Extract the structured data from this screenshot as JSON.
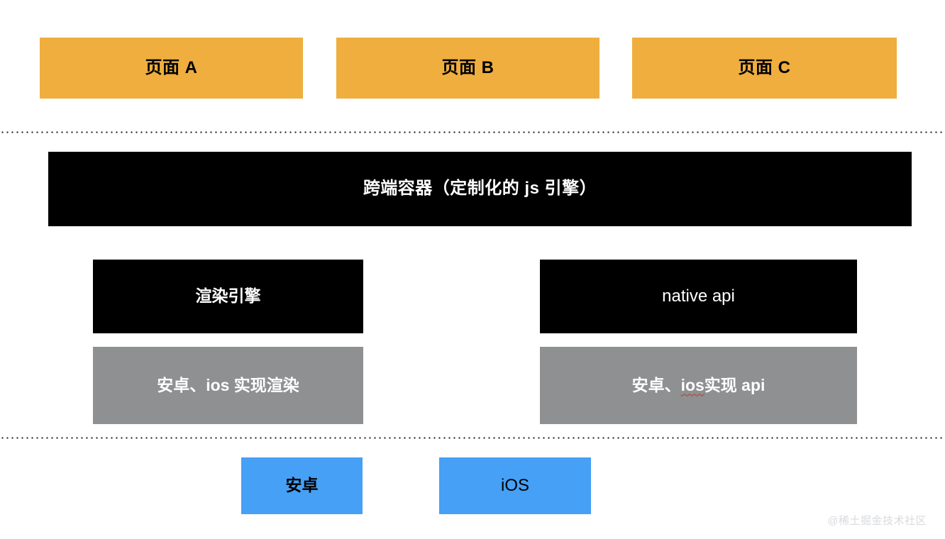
{
  "diagram": {
    "title": "跨端架构分层图",
    "background": "#ffffff",
    "colors": {
      "page": "#efae3e",
      "container": "#000000",
      "engine": "#000000",
      "implementation": "#8e9091",
      "platform": "#46a0f5",
      "separator": "#1a1a1a",
      "watermark": "#d8dadd",
      "misspell_underline": "#c0392b"
    },
    "layers": {
      "pages": {
        "name": "page-layer",
        "boxes": [
          {
            "id": "page-a",
            "label": "页面 A"
          },
          {
            "id": "page-b",
            "label": "页面 B"
          },
          {
            "id": "page-c",
            "label": "页面 C"
          }
        ]
      },
      "separator_top": {
        "name": "dotted-separator-top",
        "style": "dotted"
      },
      "container": {
        "name": "container-layer",
        "box": {
          "id": "cross-platform-container",
          "label": "跨端容器（定制化的 js 引擎）"
        }
      },
      "engines": {
        "name": "engine-layer",
        "boxes": [
          {
            "id": "render-engine",
            "label": "渲染引擎"
          },
          {
            "id": "native-api",
            "label": "native api"
          }
        ]
      },
      "implementations": {
        "name": "implementation-layer",
        "boxes": [
          {
            "id": "impl-render",
            "label": "安卓、ios 实现渲染"
          },
          {
            "id": "impl-api",
            "label_prefix": "安卓、",
            "label_misspelled": "ios",
            "label_suffix": " 实现 api"
          }
        ]
      },
      "separator_bottom": {
        "name": "dotted-separator-bottom",
        "style": "dotted"
      },
      "platforms": {
        "name": "platform-layer",
        "boxes": [
          {
            "id": "platform-android",
            "label": "安卓"
          },
          {
            "id": "platform-ios",
            "label": "iOS"
          }
        ]
      }
    },
    "watermark": {
      "text": "@稀土掘金技术社区"
    }
  }
}
